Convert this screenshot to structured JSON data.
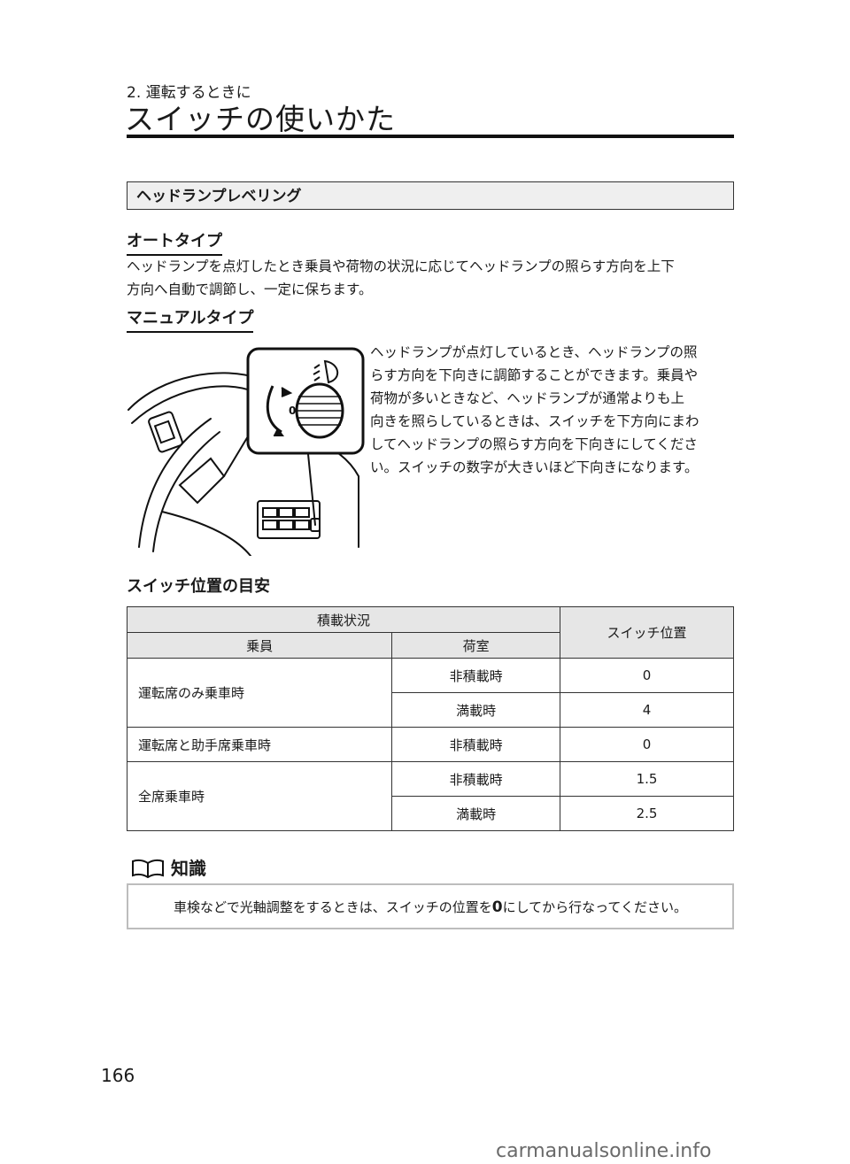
{
  "header": {
    "section": "2. 運転するときに",
    "title": "スイッチの使いかた"
  },
  "heading": "ヘッドランプレベリング",
  "auto": {
    "subhead": "オートタイプ",
    "text_line1": "ヘッドランプを点灯したとき乗員や荷物の状況に応じてヘッドランプの照らす方向を上下",
    "text_line2": "方向へ自動で調節し、一定に保ちます。"
  },
  "manual": {
    "subhead": "マニュアルタイプ",
    "lines": [
      "ヘッドランプが点灯しているとき、ヘッドランプの照",
      "らす方向を下向きに調節することができます。乗員や",
      "荷物が多いときなど、ヘッドランプが通常よりも上",
      "向きを照らしているときは、スイッチを下方向にまわ",
      "してヘッドランプの照らす方向を下向きにしてくださ",
      "い。スイッチの数字が大きいほど下向きになります。"
    ],
    "dial_label": "0"
  },
  "table": {
    "title": "スイッチ位置の目安",
    "header_group": "積載状況",
    "header_position": "スイッチ位置",
    "header_occupants": "乗員",
    "header_cargo": "荷室",
    "rows": [
      {
        "occupants": "運転席のみ乗車時",
        "cargo": "非積載時",
        "position": "0"
      },
      {
        "occupants": "",
        "cargo": "満載時",
        "position": "4"
      },
      {
        "occupants": "運転席と助手席乗車時",
        "cargo": "非積載時",
        "position": "0"
      },
      {
        "occupants": "全席乗車時",
        "cargo": "非積載時",
        "position": "1.5"
      },
      {
        "occupants": "",
        "cargo": "満載時",
        "position": "2.5"
      }
    ]
  },
  "tip": {
    "title": "知識",
    "text_before": "車検などで光軸調整をするときは、スイッチの位置を",
    "zero": "0",
    "text_after": "にしてから行なってください。"
  },
  "page_number": "166",
  "watermark": "carmanualsonline.info"
}
